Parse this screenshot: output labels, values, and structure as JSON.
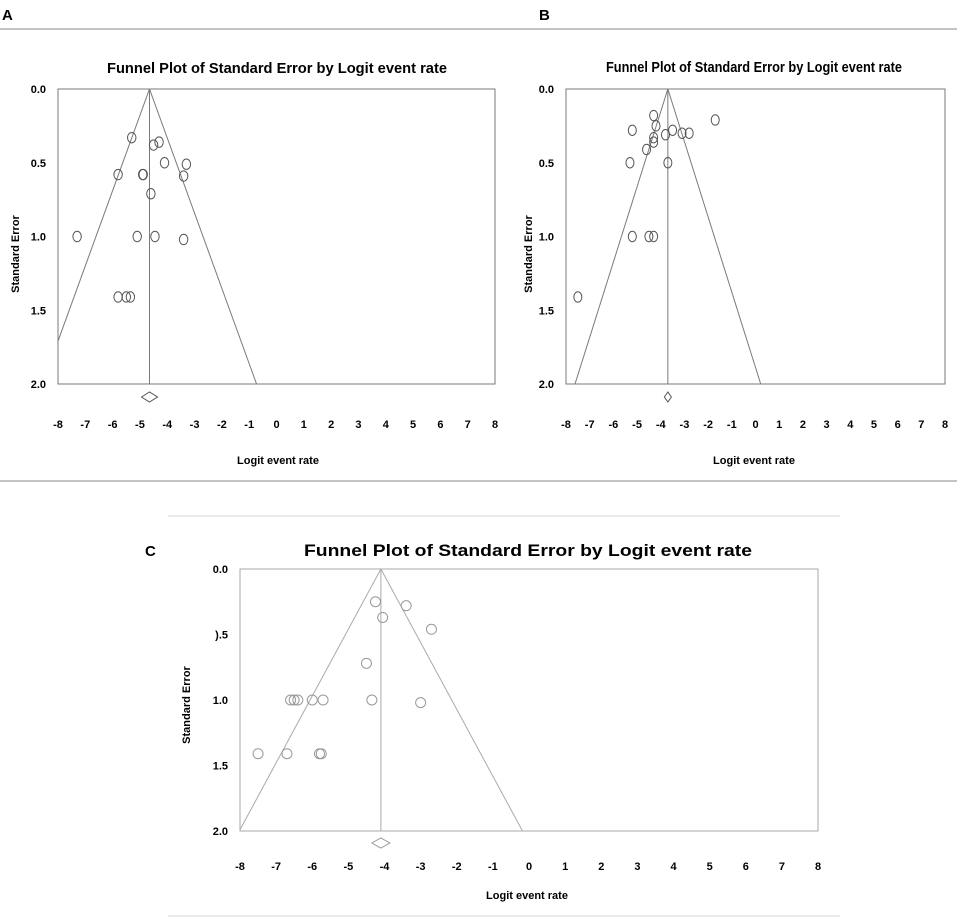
{
  "panels": [
    {
      "letter": "A",
      "title": "Funnel Plot of Standard Error by Logit event rate",
      "xlabel": "Logit event rate",
      "ylabel": "Standard Error"
    },
    {
      "letter": "B",
      "title": "Funnel Plot of Standard Error by Logit event rate",
      "xlabel": "Logit event rate",
      "ylabel": "Standard Error"
    },
    {
      "letter": "C",
      "title": "Funnel Plot of Standard Error by Logit event rate",
      "xlabel": "Logit event rate",
      "ylabel": "Standard Error"
    }
  ],
  "chart_data": [
    {
      "type": "scatter",
      "panel": "A",
      "title": "Funnel Plot of Standard Error by Logit event rate",
      "xlabel": "Logit event rate",
      "ylabel": "Standard Error",
      "xlim": [
        -8,
        8
      ],
      "ylim": [
        0.0,
        2.0
      ],
      "y_inverted": true,
      "x_ticks": [
        -8,
        -7,
        -6,
        -5,
        -4,
        -3,
        -2,
        -1,
        0,
        1,
        2,
        3,
        4,
        5,
        6,
        7,
        8
      ],
      "y_ticks": [
        0.0,
        0.5,
        1.0,
        1.5,
        2.0
      ],
      "y_tick_labels": [
        "0.0",
        "0.5",
        "1.0",
        "1.5",
        "2.0"
      ],
      "pooled_estimate": -4.65,
      "points": [
        {
          "x": -5.3,
          "y": 0.33
        },
        {
          "x": -4.5,
          "y": 0.38
        },
        {
          "x": -4.3,
          "y": 0.36
        },
        {
          "x": -3.3,
          "y": 0.51
        },
        {
          "x": -4.1,
          "y": 0.5
        },
        {
          "x": -5.8,
          "y": 0.58
        },
        {
          "x": -4.9,
          "y": 0.58
        },
        {
          "x": -4.88,
          "y": 0.58
        },
        {
          "x": -3.4,
          "y": 0.59
        },
        {
          "x": -4.6,
          "y": 0.71
        },
        {
          "x": -7.3,
          "y": 1.0
        },
        {
          "x": -5.1,
          "y": 1.0
        },
        {
          "x": -4.45,
          "y": 1.0
        },
        {
          "x": -3.4,
          "y": 1.02
        },
        {
          "x": -5.8,
          "y": 1.41
        },
        {
          "x": -5.5,
          "y": 1.41
        },
        {
          "x": -5.35,
          "y": 1.41
        }
      ]
    },
    {
      "type": "scatter",
      "panel": "B",
      "title": "Funnel Plot of Standard Error by Logit event rate",
      "xlabel": "Logit event rate",
      "ylabel": "Standard Error",
      "xlim": [
        -8,
        8
      ],
      "ylim": [
        0.0,
        2.0
      ],
      "y_inverted": true,
      "x_ticks": [
        -8,
        -7,
        -6,
        -5,
        -4,
        -3,
        -2,
        -1,
        0,
        1,
        2,
        3,
        4,
        5,
        6,
        7,
        8
      ],
      "y_ticks": [
        0.0,
        0.5,
        1.0,
        1.5,
        2.0
      ],
      "y_tick_labels": [
        "0.0",
        "0.5",
        "1.0",
        "1.5",
        "2.0"
      ],
      "pooled_estimate": -3.7,
      "points": [
        {
          "x": -4.3,
          "y": 0.18
        },
        {
          "x": -1.7,
          "y": 0.21
        },
        {
          "x": -4.2,
          "y": 0.25
        },
        {
          "x": -5.2,
          "y": 0.28
        },
        {
          "x": -3.5,
          "y": 0.28
        },
        {
          "x": -3.1,
          "y": 0.3
        },
        {
          "x": -2.8,
          "y": 0.3
        },
        {
          "x": -3.8,
          "y": 0.31
        },
        {
          "x": -4.3,
          "y": 0.33
        },
        {
          "x": -4.3,
          "y": 0.36
        },
        {
          "x": -4.6,
          "y": 0.41
        },
        {
          "x": -5.3,
          "y": 0.5
        },
        {
          "x": -3.7,
          "y": 0.5
        },
        {
          "x": -5.2,
          "y": 1.0
        },
        {
          "x": -4.5,
          "y": 1.0
        },
        {
          "x": -4.3,
          "y": 1.0
        },
        {
          "x": -7.5,
          "y": 1.41
        }
      ]
    },
    {
      "type": "scatter",
      "panel": "C",
      "title": "Funnel Plot of Standard Error by Logit event rate",
      "xlabel": "Logit event rate",
      "ylabel": "Standard Error",
      "xlim": [
        -8,
        8
      ],
      "ylim": [
        0.0,
        2.0
      ],
      "y_inverted": true,
      "x_ticks": [
        -8,
        -7,
        -6,
        -5,
        -4,
        -3,
        -2,
        -1,
        0,
        1,
        2,
        3,
        4,
        5,
        6,
        7,
        8
      ],
      "y_ticks": [
        0.0,
        0.5,
        1.0,
        1.5,
        2.0
      ],
      "y_tick_labels": [
        "0.0",
        ").5",
        "1.0",
        "1.5",
        "2.0"
      ],
      "pooled_estimate": -4.1,
      "points": [
        {
          "x": -4.25,
          "y": 0.25
        },
        {
          "x": -3.4,
          "y": 0.28
        },
        {
          "x": -4.05,
          "y": 0.37
        },
        {
          "x": -2.7,
          "y": 0.46
        },
        {
          "x": -4.5,
          "y": 0.72
        },
        {
          "x": -6.6,
          "y": 1.0
        },
        {
          "x": -6.5,
          "y": 1.0
        },
        {
          "x": -6.4,
          "y": 1.0
        },
        {
          "x": -6.0,
          "y": 1.0
        },
        {
          "x": -5.7,
          "y": 1.0
        },
        {
          "x": -4.35,
          "y": 1.0
        },
        {
          "x": -3.0,
          "y": 1.02
        },
        {
          "x": -7.5,
          "y": 1.41
        },
        {
          "x": -6.7,
          "y": 1.41
        },
        {
          "x": -5.8,
          "y": 1.41
        },
        {
          "x": -5.75,
          "y": 1.41
        }
      ]
    }
  ]
}
